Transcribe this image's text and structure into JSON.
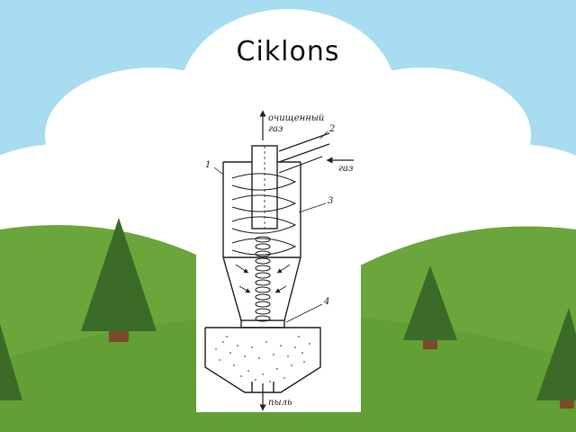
{
  "slide": {
    "title": "Ciklons"
  },
  "diagram": {
    "labels": {
      "clean_gas": [
        "очищенный",
        "газ"
      ],
      "gas_in": "газ",
      "dust_out": "пыль"
    },
    "part_numbers": [
      "1",
      "2",
      "3",
      "4"
    ]
  },
  "colors": {
    "sky": "#a8dcf0",
    "cloud": "#ffffff",
    "grass": "#6aa63c",
    "tree": "#3b6b27",
    "trunk": "#7a4a2a"
  }
}
